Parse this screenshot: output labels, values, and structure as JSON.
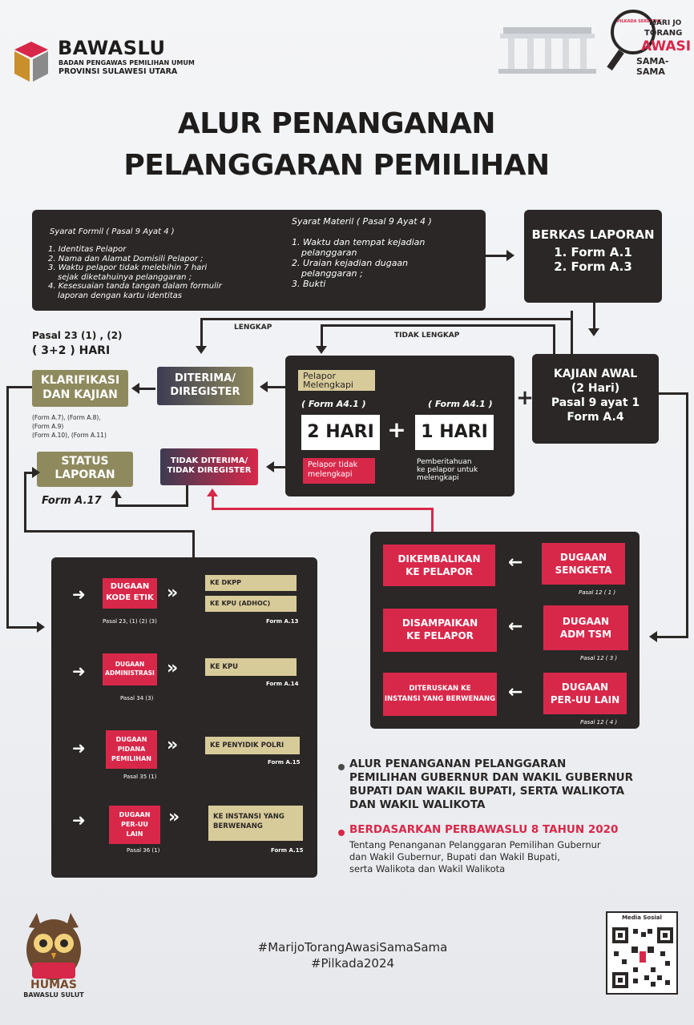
{
  "header": {
    "logo_name": "BAWASLU",
    "logo_sub1": "BADAN PENGAWAS PEMILIHAN UMUM",
    "logo_sub2": "PROVINSI SULAWESI UTARA",
    "campaign_line1": "MARI JO",
    "campaign_line2": "TORANG",
    "campaign_line3": "AWASI",
    "campaign_line4": "SAMA-SAMA",
    "campaign_small": "PILKADA SERENTAK"
  },
  "title": {
    "line1": "ALUR PENANGANAN",
    "line2": "PELANGGARAN PEMILIHAN"
  },
  "syarat": {
    "formil_title": "Syarat Formil ( Pasal 9 Ayat 4 )",
    "formil_items": [
      "1. Identitas Pelapor",
      "2. Nama dan Alamat Domisili Pelapor ;",
      "3. Waktu pelapor tidak melebihin 7 hari",
      "sejak diketahuinya pelanggaran ;",
      "4. Kesesuaian tanda tangan dalam formulir",
      "laporan dengan kartu identitas"
    ],
    "materil_title": "Syarat Materil ( Pasal 9 Ayat 4 )",
    "materil_items": [
      "1. Waktu dan tempat kejadian",
      "pelanggaran",
      "2. Uraian kejadian dugaan",
      "pelanggaran ;",
      "3. Bukti"
    ]
  },
  "berkas": {
    "title": "BERKAS LAPORAN",
    "item1": "1. Form A.1",
    "item2": "2. Form A.3"
  },
  "lengkap": "LENGKAP",
  "tidak_lengkap": "TIDAK LENGKAP",
  "pasal23": {
    "line1": "Pasal 23 (1) , (2)",
    "line2": "( 3+2 ) HARI"
  },
  "klarifikasi": {
    "label1": "KLARIFIKASI",
    "label2": "DAN KAJIAN",
    "forms1": "(Form A.7), (Form A.8),",
    "forms2": "(Form A.9)",
    "forms3": "(Form A.10), (Form A.11)"
  },
  "diterima": {
    "label1": "DITERIMA/",
    "label2": "DIREGISTER"
  },
  "pelapor_melengkapi": {
    "label1": "Pelapor",
    "label2": "Melengkapi",
    "form_left": "( Form A4.1 )",
    "form_right": "( Form A4.1 )",
    "hari_left": "2 HARI",
    "hari_right": "1 HARI",
    "plus": "+",
    "note_left1": "Pelapor tidak",
    "note_left2": "melengkapi",
    "note_right1": "Pemberitahuan",
    "note_right2": "ke pelapor untuk",
    "note_right3": "melengkapi"
  },
  "plus_sign": "+",
  "kajian_awal": {
    "line1": "KAJIAN AWAL",
    "line2": "(2 Hari)",
    "line3": "Pasal 9 ayat 1",
    "line4": "Form A.4"
  },
  "status": {
    "label1": "STATUS",
    "label2": "LAPORAN",
    "form": "Form A.17"
  },
  "tidak_diterima": {
    "label1": "TIDAK DITERIMA/",
    "label2": "TIDAK DIREGISTER"
  },
  "left_panel": {
    "rows": [
      {
        "label1": "DUGAAN",
        "label2": "KODE ETIK",
        "pasal": "Pasal 23, (1) (2) (3)",
        "targets": [
          "KE DKPP",
          "KE KPU (ADHOC)"
        ],
        "form": "Form A.13"
      },
      {
        "label1": "DUGAAN",
        "label2": "ADMINISTRASI",
        "pasal": "Pasal 34 (3)",
        "targets": [
          "KE KPU"
        ],
        "form": "Form A.14"
      },
      {
        "label1": "DUGAAN",
        "label2": "PIDANA",
        "label3": "PEMILIHAN",
        "pasal": "Pasal 35 (1)",
        "targets": [
          "KE PENYIDIK POLRI"
        ],
        "form": "Form A.15"
      },
      {
        "label1": "DUGAAN",
        "label2": "PER-UU",
        "label3": "LAIN",
        "pasal": "Pasal 36 (1)",
        "targets": [
          "KE INSTANSI  YANG",
          "BERWENANG"
        ],
        "form": "Form A.15"
      }
    ]
  },
  "right_panel": {
    "rows": [
      {
        "result1": "DIKEMBALIKAN",
        "result2": "KE PELAPOR",
        "source1": "DUGAAN",
        "source2": "SENGKETA",
        "pasal": "Pasal 12 ( 1 )"
      },
      {
        "result1": "DISAMPAIKAN",
        "result2": "KE PELAPOR",
        "source1": "DUGAAN",
        "source2": "ADM  TSM",
        "pasal": "Pasal 12 ( 3 )"
      },
      {
        "result1": "DITERUSKAN KE",
        "result2": "INSTANSI YANG BERWENANG",
        "source1": "DUGAAN",
        "source2": "PER-UU LAIN",
        "pasal": "Pasal 12 ( 4 )"
      }
    ]
  },
  "notes": {
    "bullet1_lines": [
      "ALUR PENANGANAN PELANGGARAN",
      "PEMILIHAN GUBERNUR DAN WAKIL GUBERNUR",
      "BUPATI DAN WAKIL BUPATI, SERTA WALIKOTA",
      "DAN WAKIL WALIKOTA"
    ],
    "bullet2_title": "BERDASARKAN PERBAWASLU 8 TAHUN 2020",
    "bullet2_lines": [
      "Tentang Penanganan Pelanggaran Pemilihan  Gubernur",
      "dan Wakil Gubernur, Bupati dan Wakil Bupati,",
      "serta Walikota dan Wakil Walikota"
    ]
  },
  "footer": {
    "hashtag1": "#MarijoTorangAwasiSamaSama",
    "hashtag2": "#Pilkada2024",
    "humas1": "HUMAS",
    "humas2": "BAWASLU SULUT",
    "media_sosial": "Media Sosial"
  },
  "colors": {
    "dark": "#2a2726",
    "red": "#d8284a",
    "olive": "#8f8a5e",
    "tan": "#d8cb9a"
  }
}
